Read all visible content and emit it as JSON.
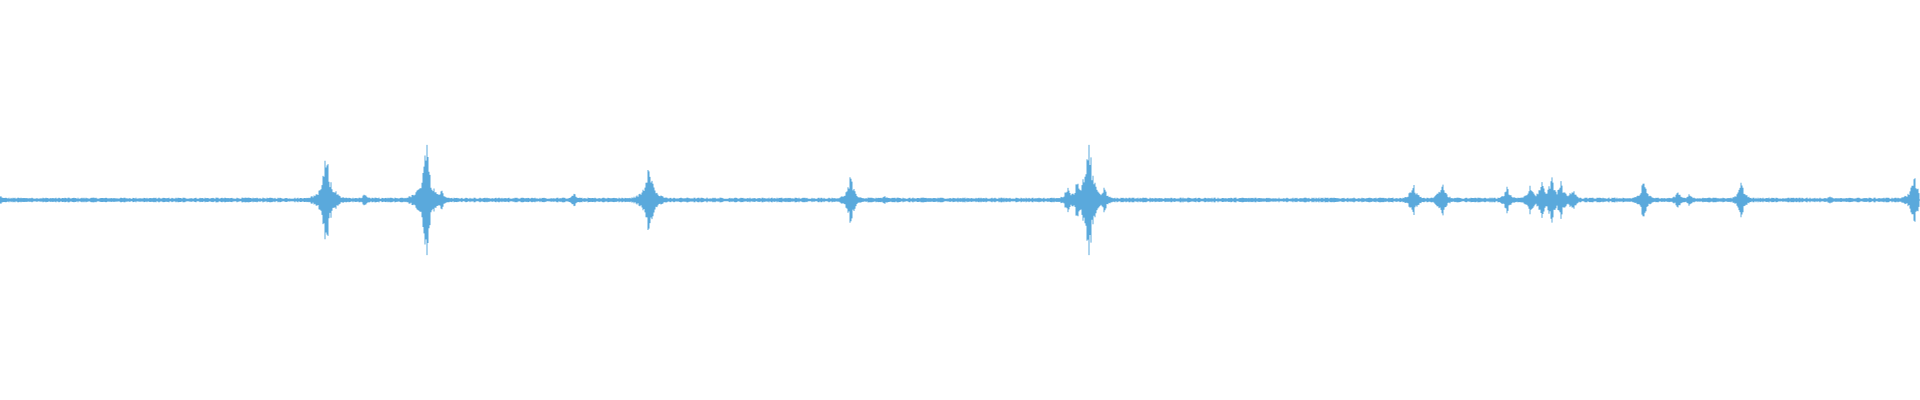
{
  "waveform": {
    "color": "#5aa9dc",
    "background": "#ffffff",
    "peaks": [
      {
        "pos": 0.0,
        "amp": 0.02
      },
      {
        "pos": 0.079,
        "amp": 0.01
      },
      {
        "pos": 0.17,
        "amp": 0.24
      },
      {
        "pos": 0.175,
        "amp": 0.04
      },
      {
        "pos": 0.19,
        "amp": 0.03
      },
      {
        "pos": 0.222,
        "amp": 0.3
      },
      {
        "pos": 0.23,
        "amp": 0.05
      },
      {
        "pos": 0.299,
        "amp": 0.03
      },
      {
        "pos": 0.338,
        "amp": 0.21
      },
      {
        "pos": 0.443,
        "amp": 0.11
      },
      {
        "pos": 0.461,
        "amp": 0.02
      },
      {
        "pos": 0.556,
        "amp": 0.06
      },
      {
        "pos": 0.561,
        "amp": 0.09
      },
      {
        "pos": 0.567,
        "amp": 0.34
      },
      {
        "pos": 0.575,
        "amp": 0.06
      },
      {
        "pos": 0.736,
        "amp": 0.08
      },
      {
        "pos": 0.751,
        "amp": 0.09
      },
      {
        "pos": 0.785,
        "amp": 0.06
      },
      {
        "pos": 0.797,
        "amp": 0.07
      },
      {
        "pos": 0.803,
        "amp": 0.09
      },
      {
        "pos": 0.808,
        "amp": 0.11
      },
      {
        "pos": 0.813,
        "amp": 0.09
      },
      {
        "pos": 0.819,
        "amp": 0.06
      },
      {
        "pos": 0.856,
        "amp": 0.09
      },
      {
        "pos": 0.874,
        "amp": 0.04
      },
      {
        "pos": 0.88,
        "amp": 0.03
      },
      {
        "pos": 0.907,
        "amp": 0.08
      },
      {
        "pos": 0.953,
        "amp": 0.02
      },
      {
        "pos": 0.997,
        "amp": 0.13
      }
    ]
  }
}
